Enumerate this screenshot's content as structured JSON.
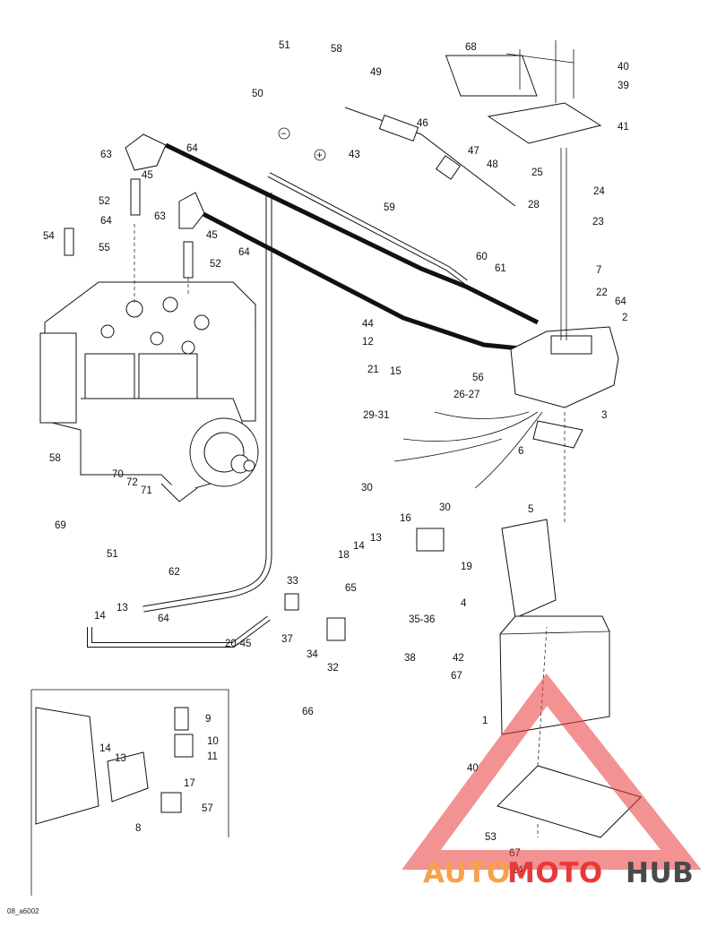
{
  "callouts": [
    {
      "id": "c51a",
      "text": "51"
    },
    {
      "id": "c58a",
      "text": "58"
    },
    {
      "id": "c68",
      "text": "68"
    },
    {
      "id": "c40a",
      "text": "40"
    },
    {
      "id": "c39",
      "text": "39"
    },
    {
      "id": "c49",
      "text": "49"
    },
    {
      "id": "c50",
      "text": "50"
    },
    {
      "id": "c46",
      "text": "46"
    },
    {
      "id": "c43",
      "text": "43"
    },
    {
      "id": "c41",
      "text": "41"
    },
    {
      "id": "c63a",
      "text": "63"
    },
    {
      "id": "c64a",
      "text": "64"
    },
    {
      "id": "c45a",
      "text": "45"
    },
    {
      "id": "c47",
      "text": "47"
    },
    {
      "id": "c48",
      "text": "48"
    },
    {
      "id": "c25",
      "text": "25"
    },
    {
      "id": "c24",
      "text": "24"
    },
    {
      "id": "c52a",
      "text": "52"
    },
    {
      "id": "c59",
      "text": "59"
    },
    {
      "id": "c28",
      "text": "28"
    },
    {
      "id": "c23",
      "text": "23"
    },
    {
      "id": "c63b",
      "text": "63"
    },
    {
      "id": "c64b",
      "text": "64"
    },
    {
      "id": "c54",
      "text": "54"
    },
    {
      "id": "c55",
      "text": "55"
    },
    {
      "id": "c45b",
      "text": "45"
    },
    {
      "id": "c64c",
      "text": "64"
    },
    {
      "id": "c52b",
      "text": "52"
    },
    {
      "id": "c60",
      "text": "60"
    },
    {
      "id": "c61",
      "text": "61"
    },
    {
      "id": "c7",
      "text": "7"
    },
    {
      "id": "c22",
      "text": "22"
    },
    {
      "id": "c64d",
      "text": "64"
    },
    {
      "id": "c2",
      "text": "2"
    },
    {
      "id": "c44",
      "text": "44"
    },
    {
      "id": "c12",
      "text": "12"
    },
    {
      "id": "c21",
      "text": "21"
    },
    {
      "id": "c15",
      "text": "15"
    },
    {
      "id": "c56",
      "text": "56"
    },
    {
      "id": "c2627",
      "text": "26-27"
    },
    {
      "id": "c3",
      "text": "3"
    },
    {
      "id": "c2931",
      "text": "29-31"
    },
    {
      "id": "c6",
      "text": "6"
    },
    {
      "id": "c58b",
      "text": "58"
    },
    {
      "id": "c70",
      "text": "70"
    },
    {
      "id": "c72",
      "text": "72"
    },
    {
      "id": "c71",
      "text": "71"
    },
    {
      "id": "c30a",
      "text": "30"
    },
    {
      "id": "c30b",
      "text": "30"
    },
    {
      "id": "c69",
      "text": "69"
    },
    {
      "id": "c16",
      "text": "16"
    },
    {
      "id": "c5",
      "text": "5"
    },
    {
      "id": "c51b",
      "text": "51"
    },
    {
      "id": "c14a",
      "text": "14"
    },
    {
      "id": "c13a",
      "text": "13"
    },
    {
      "id": "c18",
      "text": "18"
    },
    {
      "id": "c19",
      "text": "19"
    },
    {
      "id": "c62",
      "text": "62"
    },
    {
      "id": "c33",
      "text": "33"
    },
    {
      "id": "c65",
      "text": "65"
    },
    {
      "id": "c4",
      "text": "4"
    },
    {
      "id": "c14b",
      "text": "14"
    },
    {
      "id": "c13b",
      "text": "13"
    },
    {
      "id": "c64e",
      "text": "64"
    },
    {
      "id": "c3536",
      "text": "35-36"
    },
    {
      "id": "c37",
      "text": "37"
    },
    {
      "id": "c34",
      "text": "34"
    },
    {
      "id": "c32",
      "text": "32"
    },
    {
      "id": "c38",
      "text": "38"
    },
    {
      "id": "c42",
      "text": "42"
    },
    {
      "id": "c67a",
      "text": "67"
    },
    {
      "id": "c2045",
      "text": "20-45"
    },
    {
      "id": "c66",
      "text": "66"
    },
    {
      "id": "c9",
      "text": "9"
    },
    {
      "id": "c1",
      "text": "1"
    },
    {
      "id": "c10",
      "text": "10"
    },
    {
      "id": "c14c",
      "text": "14"
    },
    {
      "id": "c13c",
      "text": "13"
    },
    {
      "id": "c11",
      "text": "11"
    },
    {
      "id": "c40b",
      "text": "40"
    },
    {
      "id": "c17",
      "text": "17"
    },
    {
      "id": "c57",
      "text": "57"
    },
    {
      "id": "c8",
      "text": "8"
    },
    {
      "id": "c53",
      "text": "53"
    },
    {
      "id": "c67b",
      "text": "67"
    },
    {
      "id": "c14d",
      "text": "14"
    }
  ],
  "drawing_code": "08_a6002",
  "watermark": {
    "part1": "AUTO",
    "part2": "MOTO",
    "part3": "HUB",
    "color1": "#f6a24a",
    "color2": "#e8393a",
    "color3": "#4a4a4a"
  },
  "symbols": {
    "minus": "−",
    "plus": "+"
  }
}
